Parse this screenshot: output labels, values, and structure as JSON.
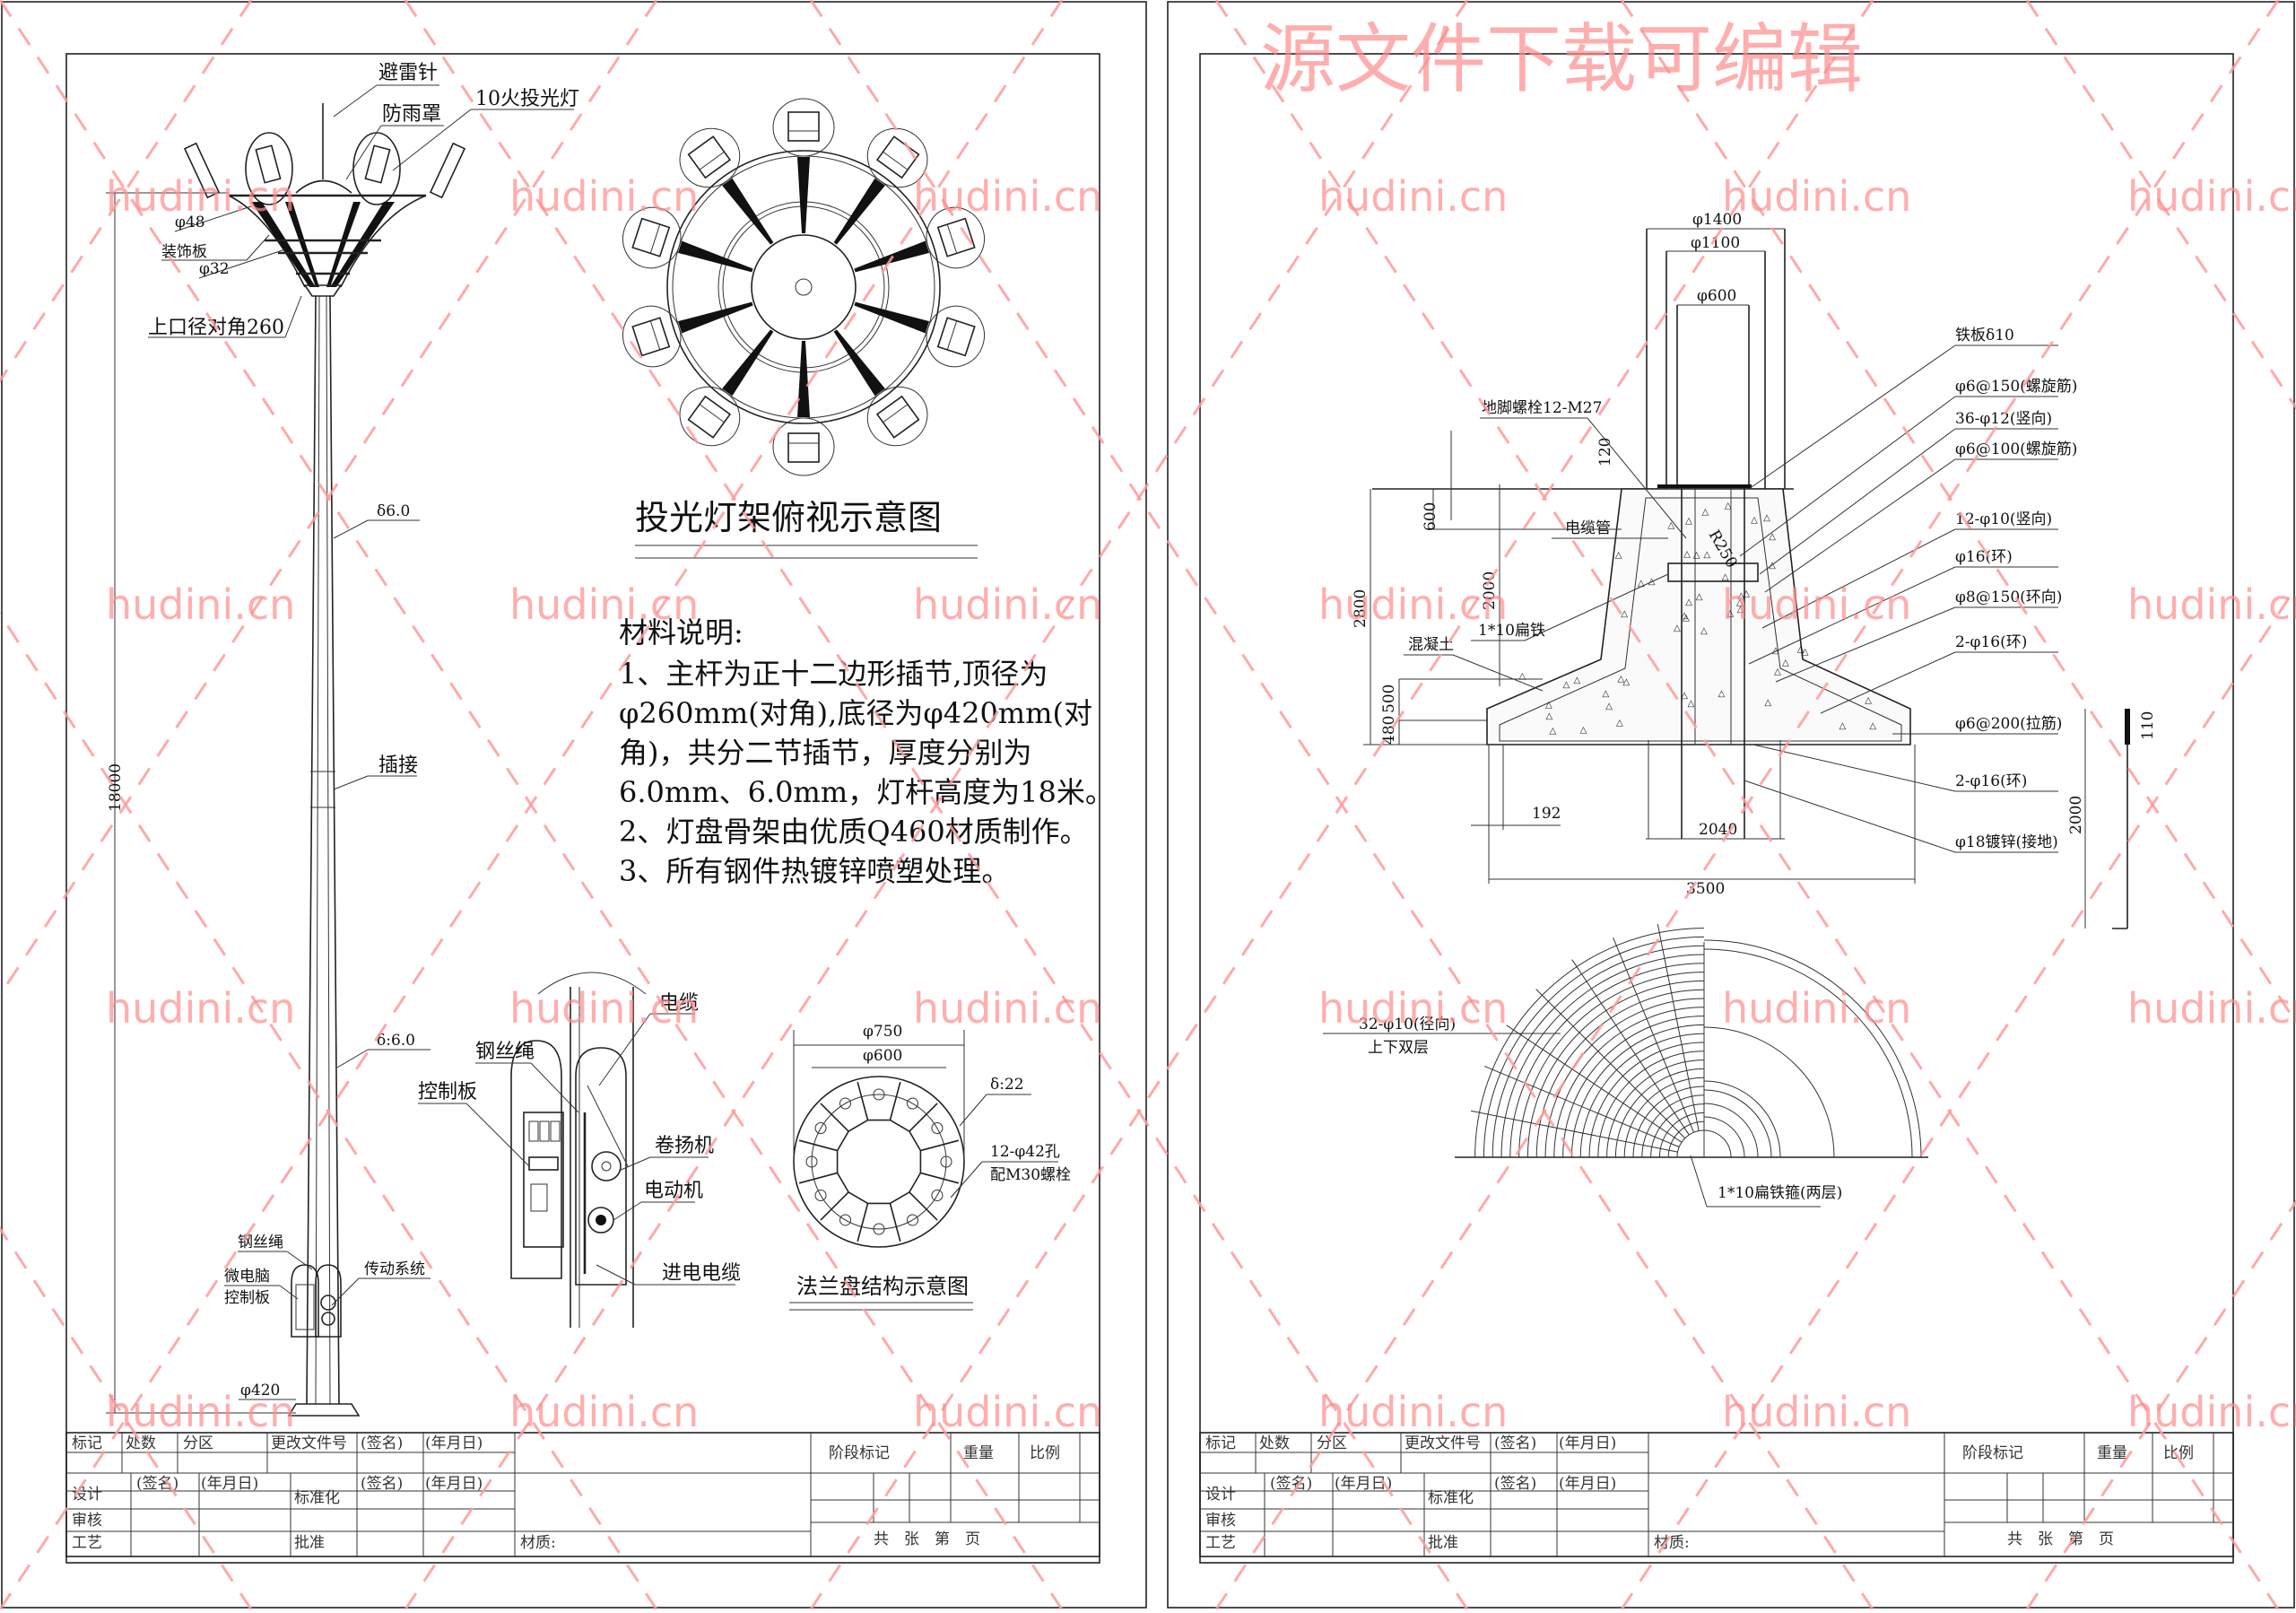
{
  "watermark": {
    "site": "hudini.cn",
    "banner": "源文件下载可编辑",
    "color": "#ff8c8c"
  },
  "left_sheet": {
    "pole_elevation": {
      "labels": {
        "lightning_rod": "避雷针",
        "rain_cover": "防雨罩",
        "floodlights": "10火投光灯",
        "tube_48": "φ48",
        "decor_plate": "装饰板",
        "tube_32": "φ32",
        "top_diameter": "上口径对角260",
        "thickness_upper": "δ6.0",
        "splice": "插接",
        "thickness_lower": "δ:6.0",
        "wire_rope": "钢丝绳",
        "mcu_board_line1": "微电脑",
        "mcu_board_line2": "控制板",
        "drive_system": "传动系统",
        "base_diameter": "φ420"
      },
      "height_dim": "18000"
    },
    "top_view": {
      "title": "投光灯架俯视示意图",
      "lamp_count": 10
    },
    "material_notes": {
      "heading": "材料说明:",
      "lines": [
        "1、主杆为正十二边形插节,顶径为",
        "φ260mm(对角),底径为φ420mm(对",
        "角)，共分二节插节，厚度分别为",
        "6.0mm、6.0mm，灯杆高度为18米。",
        "2、灯盘骨架由优质Q460材质制作。",
        "3、所有钢件热镀锌喷塑处理。"
      ]
    },
    "winch_detail": {
      "cable": "电缆",
      "wire_rope": "钢丝绳",
      "control_board": "控制板",
      "winch": "卷扬机",
      "motor": "电动机",
      "inlet_cable": "进电电缆"
    },
    "flange": {
      "title": "法兰盘结构示意图",
      "outer_dia": "φ750",
      "inner_dia": "φ600",
      "thickness": "δ:22",
      "holes": "12-φ42孔",
      "bolts": "配M30螺栓",
      "hole_count": 12
    }
  },
  "right_sheet": {
    "foundation_section": {
      "top_dims": [
        "φ1400",
        "φ1100",
        "φ600"
      ],
      "labels": {
        "anchor_bolts": "地脚螺栓12-M27",
        "steel_plate": "铁板δ10",
        "spiral_150": "φ6@150(螺旋筋)",
        "vertical_36": "36-φ12(竖向)",
        "spiral_100": "φ6@100(螺旋筋)",
        "vertical_12": "12-φ10(竖向)",
        "ring_16": "φ16(环)",
        "ring_8_150": "φ8@150(环向)",
        "ring_2_16_a": "2-φ16(环)",
        "tie_6_200": "φ6@200(拉筋)",
        "ring_2_16_b": "2-φ16(环)",
        "ground_18": "φ18镀锌(接地)",
        "cable_pipe": "电缆管",
        "flat_iron": "1*10扁铁",
        "concrete": "混凝土",
        "radius": "R250"
      },
      "dims": {
        "d120": "120",
        "d600": "600",
        "d2000": "2000",
        "d2800": "2800",
        "d500": "500",
        "d480": "480",
        "d192": "192",
        "d2040": "2040",
        "d3500": "3500",
        "hook_110": "110",
        "hook_2000": "2000"
      }
    },
    "plan_rebar": {
      "radial_label_1": "32-φ10(径向)",
      "radial_label_2": "上下双层",
      "flat_iron_label": "1*10扁铁箍(两层)"
    }
  },
  "title_block": {
    "row1": [
      "标记",
      "处数",
      "分区",
      "更改文件号",
      "(签名)",
      "(年月日)"
    ],
    "row3": [
      "设计",
      "(签名)",
      "(年月日)",
      "标准化",
      "(签名)",
      "(年月日)"
    ],
    "review": "审核",
    "process": "工艺",
    "approve": "批准",
    "material": "材质:",
    "stage_mark": "阶段标记",
    "weight": "重量",
    "scale": "比例",
    "pages": "共　张　第　页"
  }
}
